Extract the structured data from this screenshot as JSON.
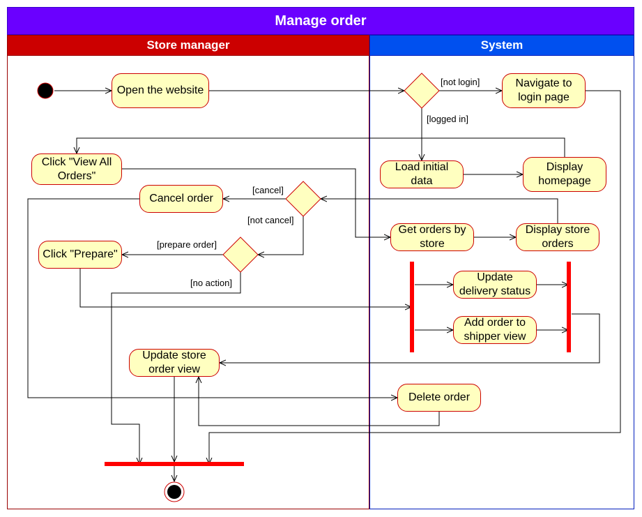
{
  "title": "Manage order",
  "lanes": {
    "left": "Store manager",
    "right": "System"
  },
  "actions": {
    "open_website": "Open the website",
    "navigate_login": "Navigate to login page",
    "load_initial": "Load initial data",
    "display_homepage": "Display homepage",
    "click_view_all": "Click \"View All Orders\"",
    "cancel_order": "Cancel order",
    "get_orders": "Get orders by store",
    "display_store_orders": "Display store orders",
    "click_prepare": "Click \"Prepare\"",
    "update_delivery": "Update delivery status",
    "add_shipper": "Add order to shipper view",
    "update_store_view": "Update store order view",
    "delete_order": "Delete order"
  },
  "guards": {
    "not_login": "[not login]",
    "logged_in": "[logged in]",
    "cancel": "[cancel]",
    "not_cancel": "[not cancel]",
    "prepare_order": "[prepare order]",
    "no_action": "[no action]"
  },
  "colors": {
    "title_bg": "#6a00ff",
    "store_manager_lane": "#cc0000",
    "system_lane": "#0050ef",
    "action_fill": "#ffffc0",
    "action_border": "#cc0000",
    "bar": "#ff0000"
  }
}
